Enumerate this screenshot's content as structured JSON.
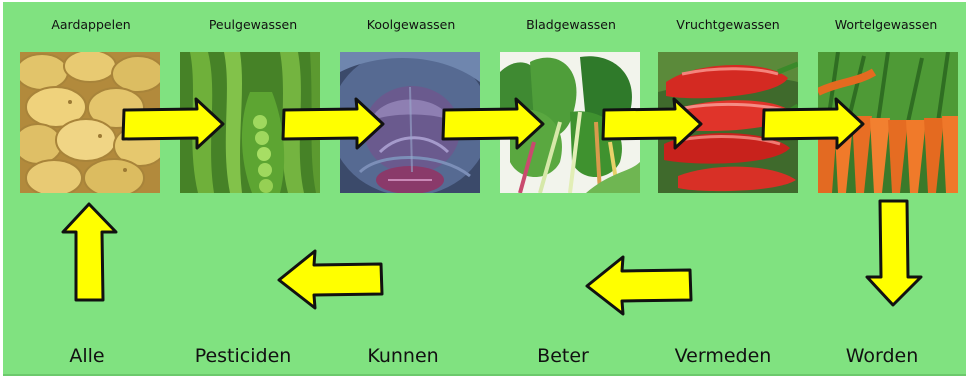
{
  "diagram": {
    "crops": [
      {
        "label": "Aardappelen",
        "photo": "potatoes"
      },
      {
        "label": "Peulgewassen",
        "photo": "peas"
      },
      {
        "label": "Koolgewassen",
        "photo": "cabbage"
      },
      {
        "label": "Bladgewassen",
        "photo": "leafy-greens"
      },
      {
        "label": "Vruchtgewassen",
        "photo": "peppers"
      },
      {
        "label": "Wortelgewassen",
        "photo": "carrots"
      }
    ],
    "words": [
      "Alle",
      "Pesticiden",
      "Kunnen",
      "Beter",
      "Vermeden",
      "Worden"
    ],
    "colors": {
      "background": "#80e280",
      "arrow_fill": "#ffff00",
      "arrow_stroke": "#111111"
    }
  }
}
